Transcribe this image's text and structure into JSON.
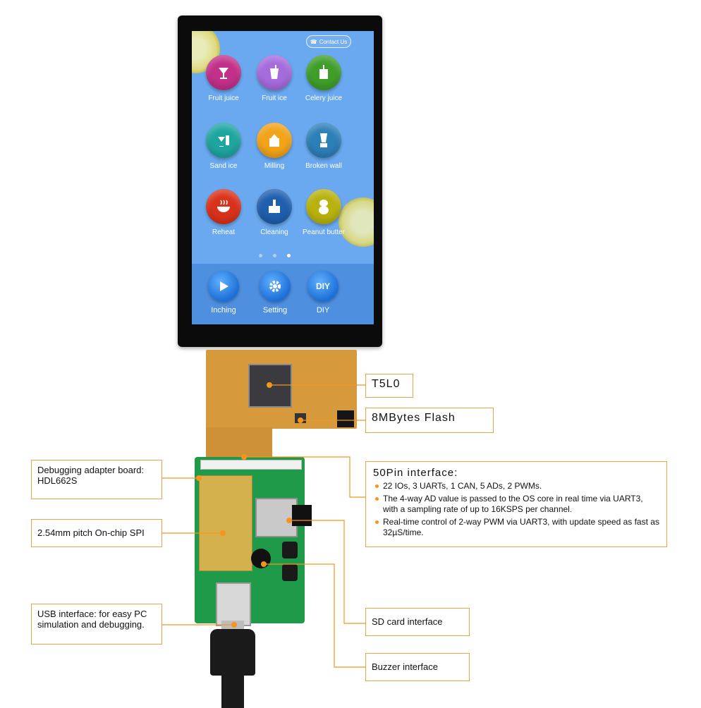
{
  "screen": {
    "contact_label": "Contact Us",
    "apps": [
      {
        "label": "Fruit juice",
        "color": "#c2308a",
        "icon": "cocktail-glass"
      },
      {
        "label": "Fruit ice",
        "color": "#a66bdc",
        "icon": "smoothie-cup"
      },
      {
        "label": "Celery juice",
        "color": "#3f9e2a",
        "icon": "juice-glass"
      },
      {
        "label": "Sand ice",
        "color": "#1fa5a0",
        "icon": "ice-drink"
      },
      {
        "label": "Milling",
        "color": "#f2a318",
        "icon": "grinder"
      },
      {
        "label": "Broken wall",
        "color": "#2d7fb8",
        "icon": "blender"
      },
      {
        "label": "Reheat",
        "color": "#d9321c",
        "icon": "steaming-bowl"
      },
      {
        "label": "Cleaning",
        "color": "#1f5fae",
        "icon": "brush"
      },
      {
        "label": "Peanut butter",
        "color": "#b8b20e",
        "icon": "peanut"
      }
    ],
    "page_dots": 3,
    "active_page": 3,
    "bottom": [
      {
        "label": "Inching",
        "icon": "play-icon"
      },
      {
        "label": "Setting",
        "icon": "gear-icon"
      },
      {
        "label": "DIY",
        "icon_text": "DIY"
      }
    ]
  },
  "annotations": {
    "t5l0": "T5L0",
    "flash": "8MBytes Flash",
    "adapter": "Debugging adapter board: HDL662S",
    "spi": "2.54mm pitch On-chip SPI",
    "usb": "USB interface:  for easy PC simulation and debugging.",
    "sd": "SD card interface",
    "buzzer": "Buzzer interface",
    "interface_title": "50Pin interface:",
    "interface_items": [
      "22 IOs, 3 UARTs, 1 CAN, 5 ADs, 2 PWMs.",
      "The 4-way AD value is passed to the OS core in real time via UART3, with a sampling rate of up to 16KSPS per channel.",
      "Real-time control of 2-way PWM via UART3, with update speed as fast as 32µS/time."
    ]
  },
  "colors": {
    "accent": "#f7941d",
    "screen_bg": "#6aa9f0"
  }
}
